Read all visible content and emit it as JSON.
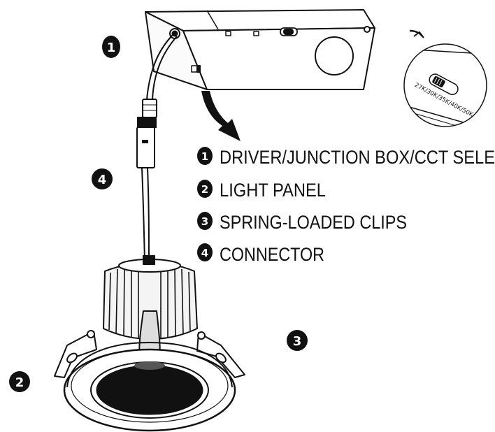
{
  "callouts": {
    "c1": "1",
    "c2": "2",
    "c3": "3",
    "c4": "4"
  },
  "legend": [
    {
      "number": "1",
      "label": "DRIVER/JUNCTION BOX/CCT SELE"
    },
    {
      "number": "2",
      "label": "LIGHT PANEL"
    },
    {
      "number": "3",
      "label": "SPRING-LOADED CLIPS"
    },
    {
      "number": "4",
      "label": "CONNECTOR"
    }
  ],
  "cct_switch": {
    "label": "27K/30K/35K/40K/50K"
  },
  "colors": {
    "ink": "#111111",
    "background": "#ffffff"
  }
}
